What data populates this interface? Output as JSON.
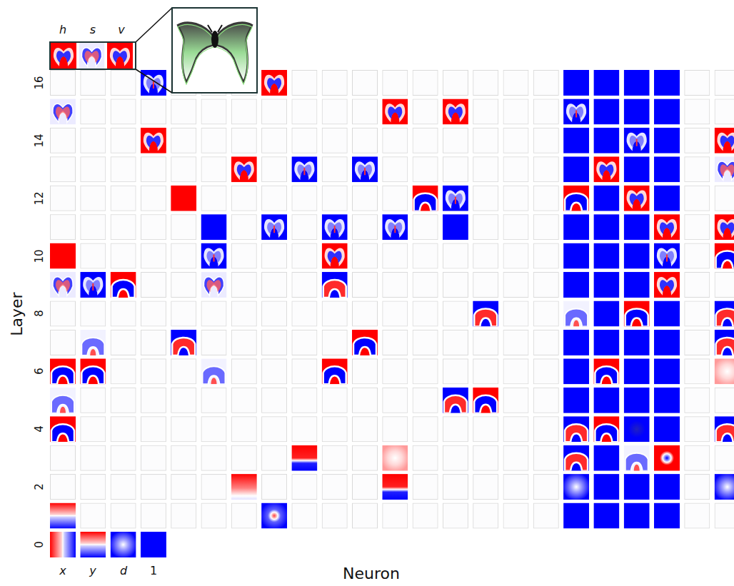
{
  "diagram": {
    "labels": [
      "h",
      "s",
      "v",
      "16",
      "14",
      "12",
      "10",
      "8",
      "6",
      "4",
      "2",
      "Layer",
      "0",
      "x",
      "y",
      "d",
      "1",
      "Neuron"
    ]
  }
}
